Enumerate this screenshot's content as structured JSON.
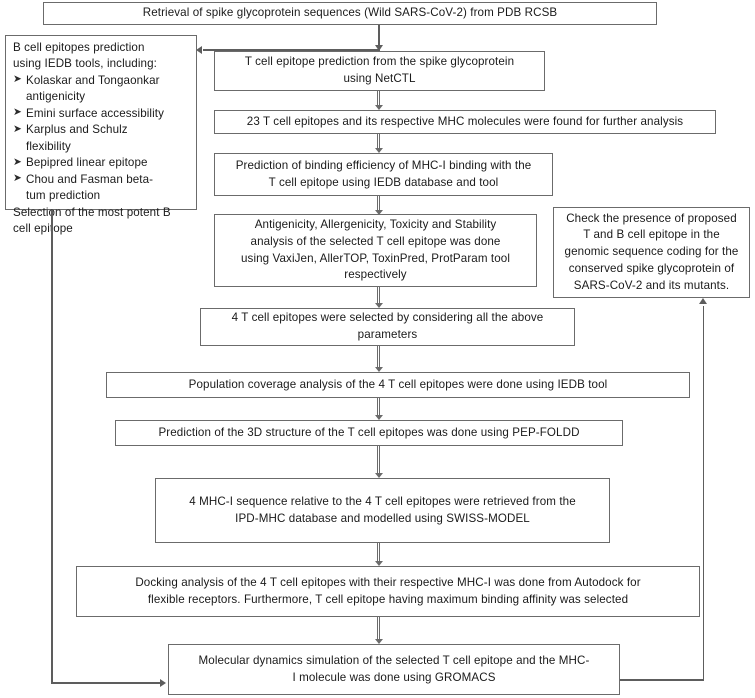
{
  "diagram": {
    "title": "Workflow for T cell and B cell epitope prediction from SARS-CoV-2 spike glycoprotein",
    "line_color": "#5d5d5d",
    "box_border_color": "#6b6b6b",
    "background": "#ffffff"
  },
  "nodes": {
    "retrieval": {
      "label": "Retrieval of spike glycoprotein sequences (Wild SARS-CoV-2) from PDB RCSB"
    },
    "bcell": {
      "head": "B cell epitopes prediction\nusing IEDB tools, including:",
      "bullet_glyph": "➤",
      "items": [
        "Kolaskar and Tongaonkar\nantigenicity",
        "Emini surface accessibility",
        "Karplus and Schulz\nflexibility",
        "Bepipred linear epitope",
        "Chou and Fasman beta-\ntum prediction"
      ],
      "foot": "Selection of the most potent B\ncell epitope"
    },
    "tcell_prediction": {
      "label": "T cell epitope prediction from the  spike glycoprotein\nusing NetCTL"
    },
    "found_23": {
      "label": "23 T cell epitopes and its respective MHC molecules were found for further analysis"
    },
    "binding_efficiency": {
      "label": "Prediction of binding  efficiency of MHC-I binding  with the\nT cell epitope using IEDB database and tool"
    },
    "antigenicity_analysis": {
      "label": "Antigenicity,  Allergenicity,  Toxicity and Stability\nanalysis of the selected T cell epitope was done\nusing VaxiJen, AllerTOP, ToxinPred, ProtParam tool\nrespectively"
    },
    "check_presence": {
      "label": "Check the presence of proposed\nT and B cell epitope in the\ngenomic sequence coding for the\nconserved spike glycoprotein of\nSARS-CoV-2 and its mutants."
    },
    "selected_4": {
      "label": "4 T cell epitopes were selected by considering all the above\nparameters"
    },
    "population_coverage": {
      "label": "Population coverage analysis  of the 4 T cell epitopes were done using IEDB tool"
    },
    "structure_3d": {
      "label": "Prediction of the 3D structure of the T cell epitopes was done using PEP-FOLDD"
    },
    "mhc_sequence": {
      "label": "4 MHC-I sequence relative to the 4 T cell epitopes were retrieved from the\nIPD-MHC database and modelled  using SWISS-MODEL"
    },
    "docking": {
      "label": "Docking analysis of the 4 T cell epitopes with their respective MHC-I was done from  Autodock for\nflexible  receptors. Furthermore, T cell epitope having  maximum  binding  affinity was selected"
    },
    "molecular_dynamics": {
      "label": "Molecular dynamics simulation of the  selected T cell epitope and the MHC-\nI molecule was done using GROMACS"
    }
  }
}
